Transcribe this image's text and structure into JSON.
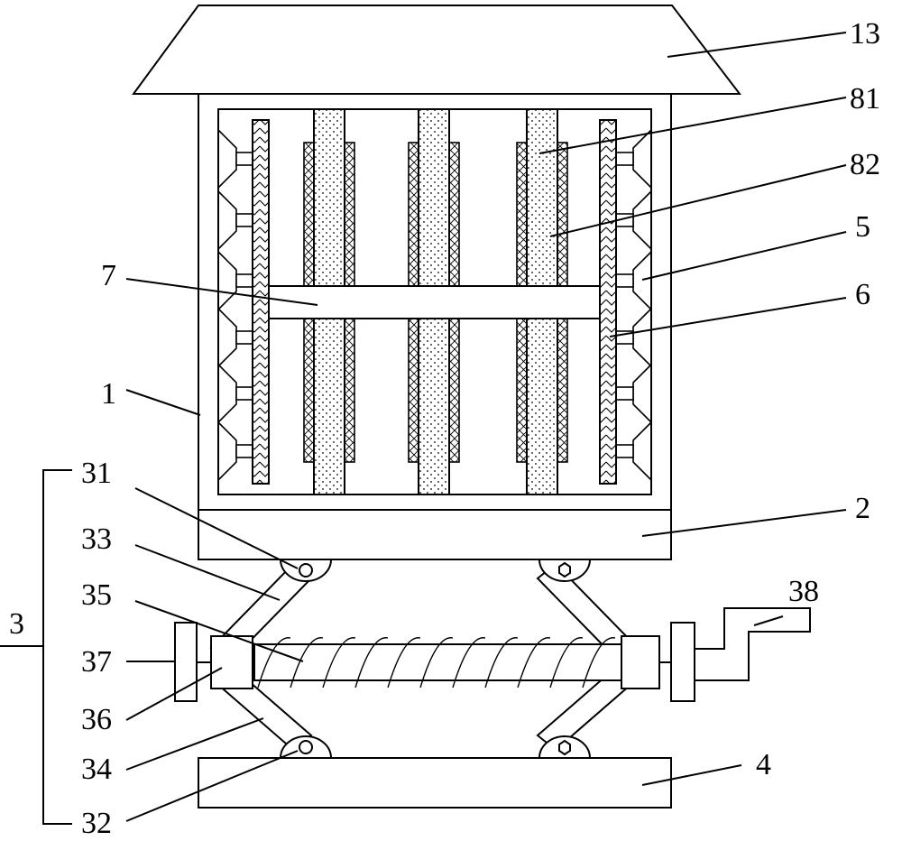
{
  "labels": {
    "roof": "13",
    "filter_layer_81": "81",
    "filter_layer_82": "82",
    "fan": "5",
    "side_panel": "6",
    "crossbar": "7",
    "cabinet": "1",
    "base_plate": "2",
    "lift_mechanism": "3",
    "upper_hinge": "31",
    "lower_hinge": "32",
    "upper_link": "33",
    "lower_link": "34",
    "screw_rod": "35",
    "slider": "36",
    "end_stop": "37",
    "crank_handle": "38",
    "bottom_base": "4"
  },
  "colors": {
    "stroke": "#000000",
    "background": "#ffffff"
  }
}
